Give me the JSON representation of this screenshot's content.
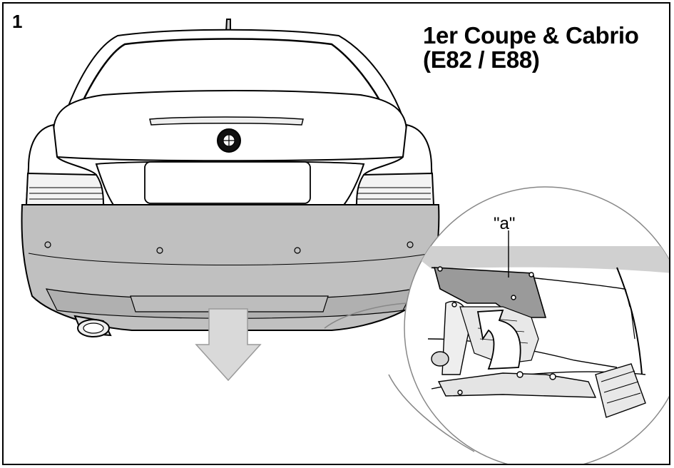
{
  "step_number": "1",
  "title_line1": "1er Coupe & Cabrio",
  "title_line2": "(E82 / E88)",
  "callout_label": "\"a\"",
  "colors": {
    "outline": "#000000",
    "bumper_fill": "#c0c0c0",
    "arrow_fill": "#d9d9d9",
    "cover_fill": "#9a9a9a",
    "body_fill": "#ffffff"
  }
}
